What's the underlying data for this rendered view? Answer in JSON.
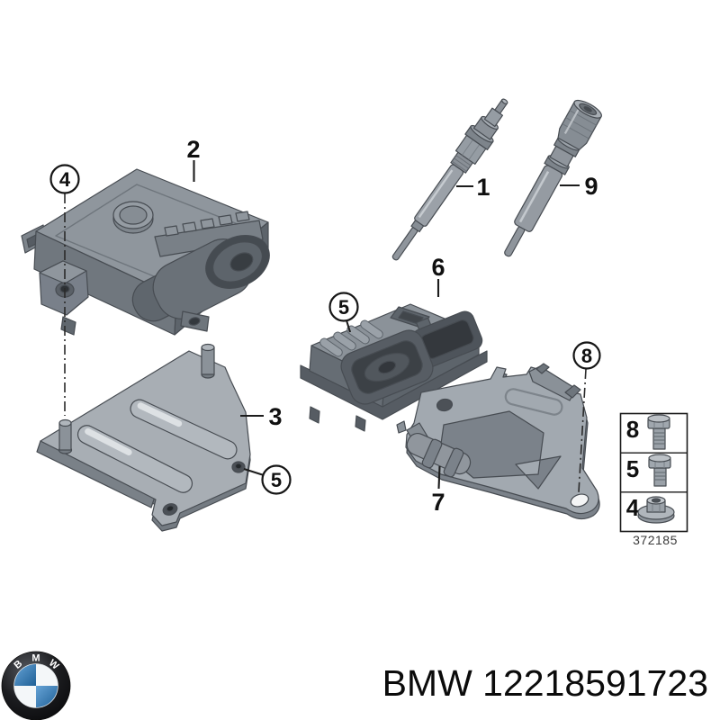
{
  "callouts": {
    "c1": "1",
    "c2": "2",
    "c3": "3",
    "c4": "4",
    "c5a": "5",
    "c5b": "5",
    "c6": "6",
    "c7": "7",
    "c8": "8",
    "c9": "9"
  },
  "legend": {
    "rows": [
      {
        "num": "8",
        "icon": "hex-bolt-long"
      },
      {
        "num": "5",
        "icon": "hex-bolt-short"
      },
      {
        "num": "4",
        "icon": "flange-nut"
      }
    ],
    "diagram_number": "372185"
  },
  "footer": {
    "logo_letters": [
      "B",
      "M",
      "W"
    ],
    "part_text": "BMW 12218591723"
  },
  "colors": {
    "background": "#ffffff",
    "outline": "#474c52",
    "part_light": "#a8aeb4",
    "part_mid": "#868d94",
    "part_dark": "#565c63",
    "bmw_blue": "#3c7fb5",
    "label_ink": "#101010"
  }
}
